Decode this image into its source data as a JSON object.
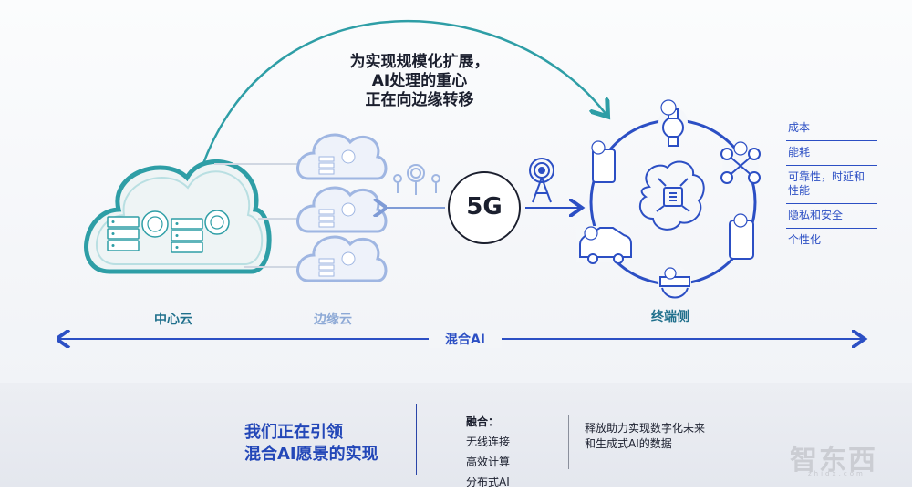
{
  "headline": {
    "line1": "为实现规模化扩展，",
    "line2": "AI处理的重心",
    "line3": "正在向边缘转移"
  },
  "hub_label": "5G",
  "labels": {
    "center_cloud": "中心云",
    "edge_cloud": "边缘云",
    "device_side": "终端侧",
    "hybrid_ai": "混合AI"
  },
  "factors": [
    "成本",
    "能耗",
    "可靠性，时延和\n性能",
    "隐私和安全",
    "个性化"
  ],
  "bottom": {
    "title_line1": "我们正在引领",
    "title_line2": "混合AI愿景的实现",
    "fusion_head": "融合：",
    "fusion_items": [
      "无线连接",
      "高效计算",
      "分布式AI"
    ],
    "release_line1": "释放助力实现数字化未来",
    "release_line2": "和生成式AI的数据"
  },
  "watermark": {
    "text": "智东西",
    "sub": "zhidx.com"
  },
  "colors": {
    "teal": "#2e9ea6",
    "edge_blue": "#9fb6e2",
    "royal_blue": "#2c4fc4",
    "dark": "#1b1f2e"
  }
}
